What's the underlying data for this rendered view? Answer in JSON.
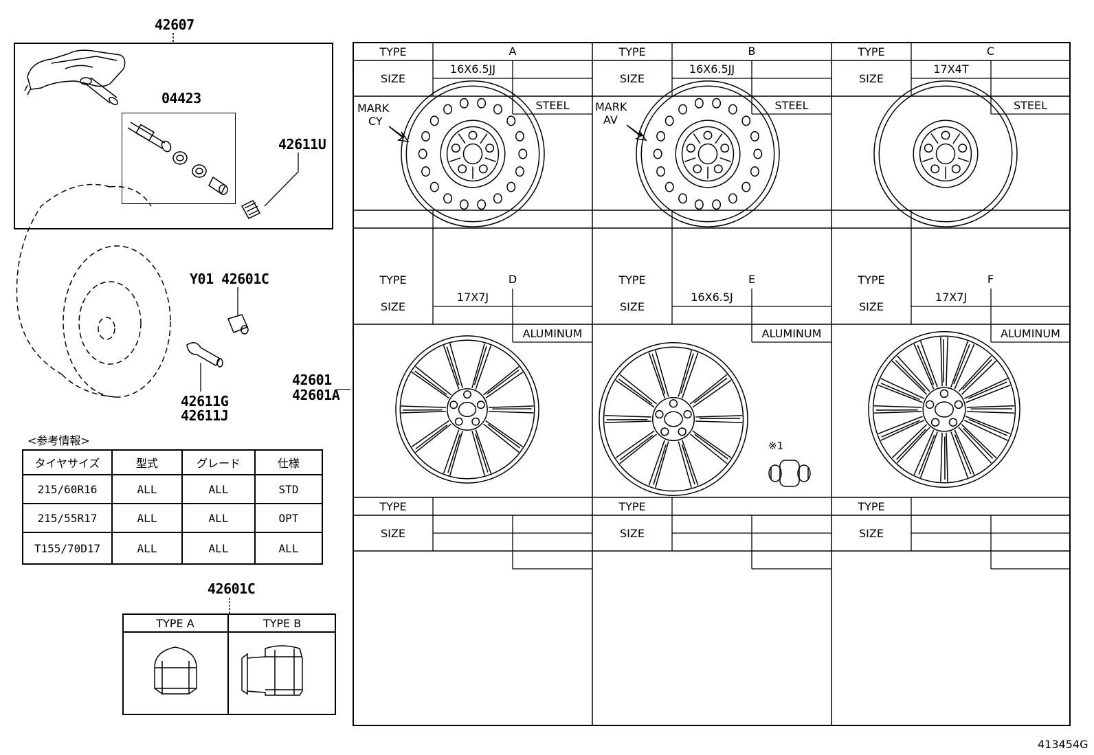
{
  "parts": {
    "p42607": "42607",
    "p04423": "04423",
    "p42611U": "42611U",
    "pY01": "Y01 42601C",
    "p42611G": "42611G",
    "p42611J": "42611J",
    "p42601": "42601",
    "p42601A": "42601A",
    "p42601C_bottom": "42601C",
    "diagram_id": "413454G"
  },
  "ref": {
    "title": "<参考情報>",
    "headers": [
      "タイヤサイズ",
      "型式",
      "グレード",
      "仕様"
    ],
    "rows": [
      [
        "215/60R16",
        "ALL",
        "ALL",
        "STD"
      ],
      [
        "215/55R17",
        "ALL",
        "ALL",
        "OPT"
      ],
      [
        "T155/70D17",
        "ALL",
        "ALL",
        "ALL"
      ]
    ]
  },
  "nut_types": {
    "a": "TYPE A",
    "b": "TYPE B"
  },
  "grid": {
    "type_label": "TYPE",
    "size_label": "SIZE",
    "cells": [
      {
        "type": "A",
        "size": "16X6.5JJ",
        "material": "STEEL",
        "mark": "MARK",
        "mark_code": "CY"
      },
      {
        "type": "B",
        "size": "16X6.5JJ",
        "material": "STEEL",
        "mark": "MARK",
        "mark_code": "AV"
      },
      {
        "type": "C",
        "size": "17X4T",
        "material": "STEEL",
        "mark": "",
        "mark_code": ""
      },
      {
        "type": "D",
        "size": "17X7J",
        "material": "ALUMINUM",
        "mark": "",
        "mark_code": ""
      },
      {
        "type": "E",
        "size": "16X6.5J",
        "material": "ALUMINUM",
        "mark": "",
        "mark_code": ""
      },
      {
        "type": "F",
        "size": "17X7J",
        "material": "ALUMINUM",
        "mark": "",
        "mark_code": ""
      }
    ],
    "note_mark": "※1"
  }
}
